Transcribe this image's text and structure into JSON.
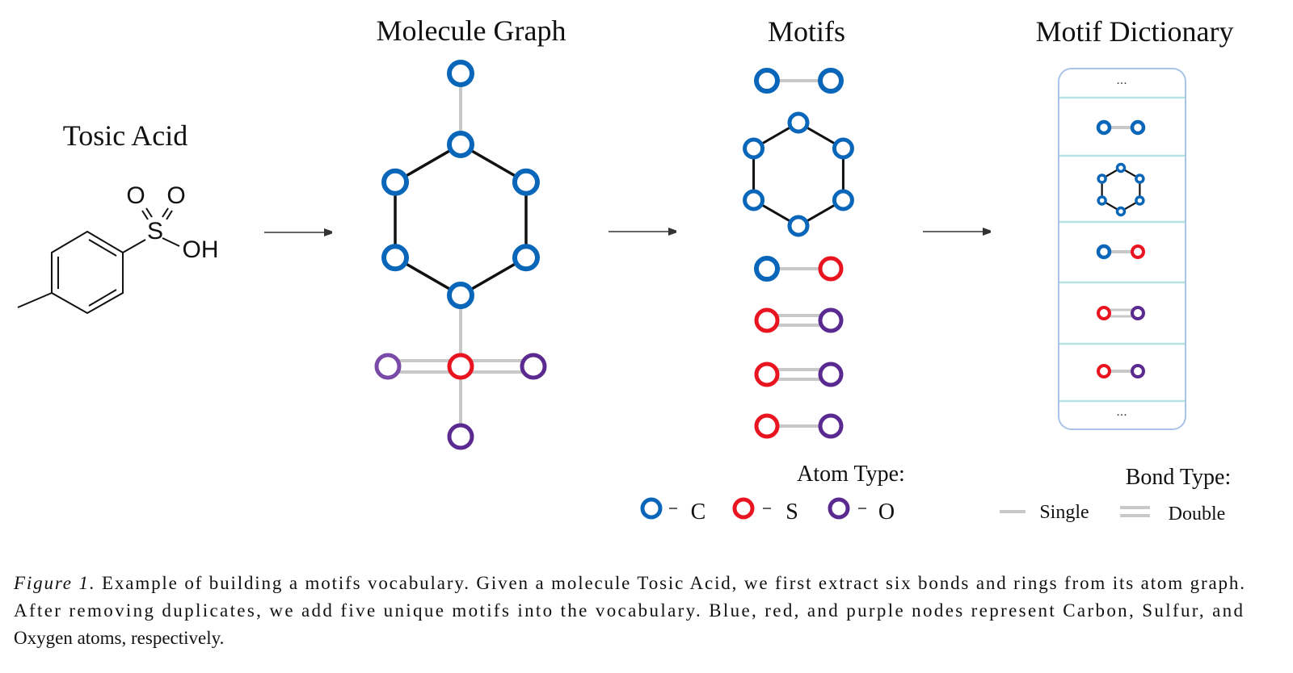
{
  "panels": {
    "tosic_title": "Tosic Acid",
    "graph_title": "Molecule Graph",
    "motifs_title": "Motifs",
    "dictionary_title": "Motif Dictionary"
  },
  "chemistry": {
    "o1": "O",
    "o2": "O",
    "s": "S",
    "oh": "OH"
  },
  "dictionary": {
    "ellipsis_top": "...",
    "ellipsis_bottom": "..."
  },
  "legend": {
    "atom_title": "Atom Type:",
    "atoms": [
      {
        "label": "C",
        "color": "#0a66b8"
      },
      {
        "label": "S",
        "color": "#e8141f"
      },
      {
        "label": "O",
        "color": "#5b2a91"
      }
    ],
    "bond_title": "Bond Type:",
    "bonds": [
      {
        "label": "Single"
      },
      {
        "label": "Double"
      }
    ]
  },
  "caption": {
    "prefix": "Figure 1.",
    "line1": " Example of building a motifs vocabulary. Given a molecule Tosic Acid, we first extract six bonds and rings from its atom graph.",
    "line2": "After removing duplicates, we add five unique motifs into the vocabulary.  Blue, red, and purple nodes represent Carbon, Sulfur, and",
    "line3": "Oxygen atoms, respectively."
  },
  "colors": {
    "carbon": "#0a66b8",
    "sulfur": "#e8141f",
    "oxygen": "#5b2a91",
    "oxygen_light": "#7a4aa8",
    "bond": "#c8c8c8",
    "ring": "#111111",
    "box": "#a9c4e8",
    "divider": "#b6e2e4"
  }
}
